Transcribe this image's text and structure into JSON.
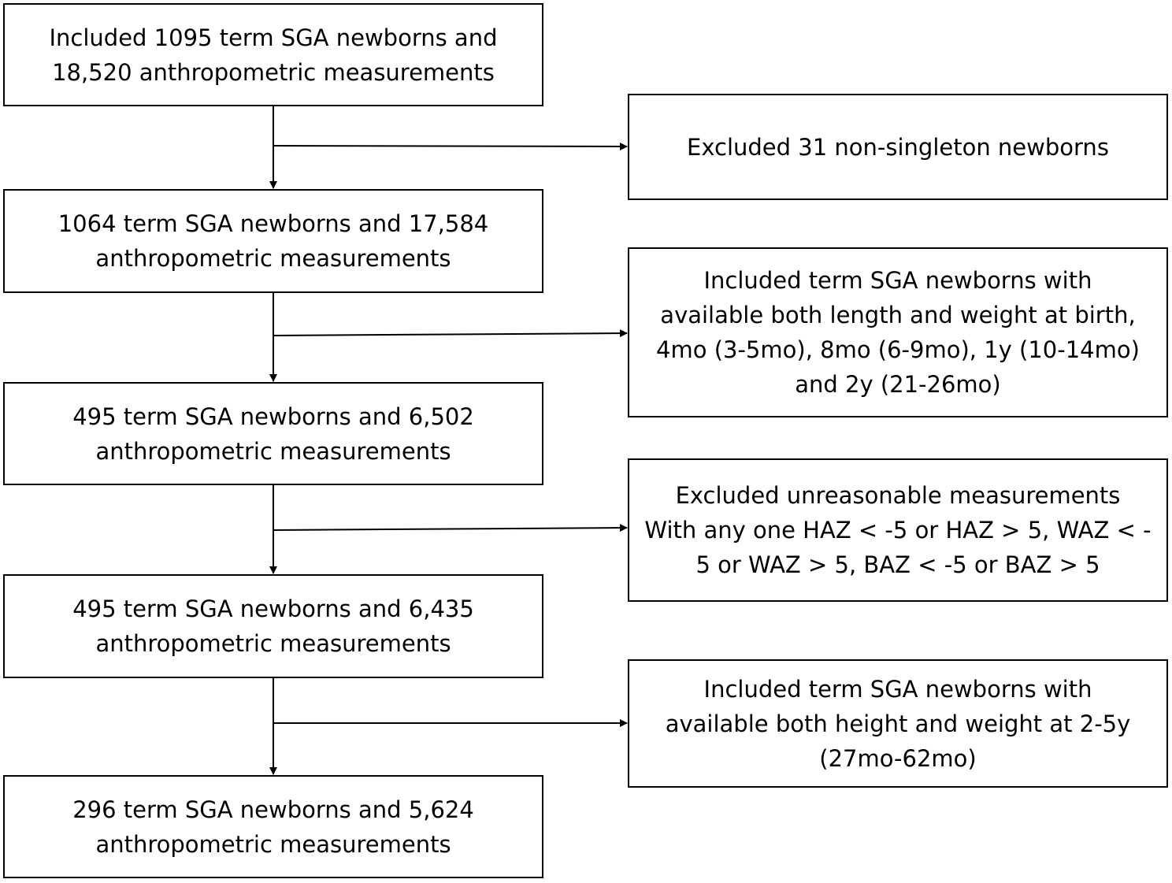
{
  "main_steps": [
    {
      "lines": [
        "Included 1095 term SGA newborns and",
        "18,520 anthropometric measurements"
      ]
    },
    {
      "lines": [
        "1064 term SGA newborns and 17,584",
        "anthropometric measurements"
      ]
    },
    {
      "lines": [
        "495 term SGA newborns and 6,502",
        "anthropometric measurements"
      ]
    },
    {
      "lines": [
        "495 term SGA newborns and 6,435",
        "anthropometric measurements"
      ]
    },
    {
      "lines": [
        "296 term SGA newborns and 5,624",
        "anthropometric measurements"
      ]
    }
  ],
  "side_steps": [
    {
      "lines": [
        "Excluded 31 non-singleton newborns"
      ]
    },
    {
      "lines": [
        "Included term SGA newborns with",
        "available both length and weight at birth,",
        "4mo (3-5mo), 8mo (6-9mo), 1y (10-14mo)",
        "and 2y (21-26mo)"
      ]
    },
    {
      "lines": [
        "Excluded unreasonable measurements",
        "With any one HAZ < -5 or HAZ > 5, WAZ < -",
        "5 or WAZ > 5, BAZ < -5 or BAZ > 5"
      ]
    },
    {
      "lines": [
        "Included term SGA newborns with",
        "available both height and weight at 2-5y",
        "(27mo-62mo)"
      ]
    }
  ]
}
